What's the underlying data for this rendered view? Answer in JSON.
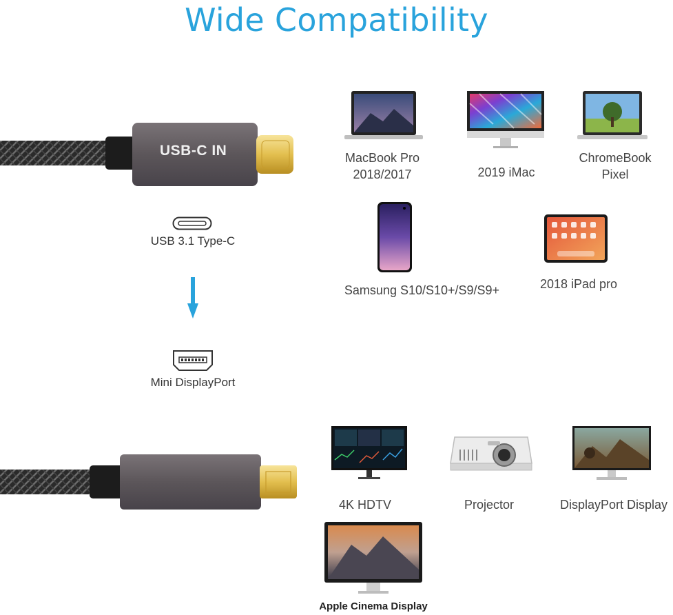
{
  "title": "Wide Compatibility",
  "top_cable": {
    "label": "USB-C IN"
  },
  "ports": {
    "usbc": "USB 3.1 Type-C",
    "minidp": "Mini DisplayPort"
  },
  "devices_top": [
    {
      "line1": "MacBook Pro",
      "line2": "2018/2017"
    },
    {
      "line1": "2019 iMac",
      "line2": ""
    },
    {
      "line1": "ChromeBook",
      "line2": "Pixel"
    },
    {
      "line1": "Samsung S10/S10+/S9/S9+",
      "line2": ""
    },
    {
      "line1": "2018 iPad pro",
      "line2": ""
    }
  ],
  "devices_bottom": [
    {
      "label": "4K HDTV"
    },
    {
      "label": "Projector"
    },
    {
      "label": "DisplayPort Display"
    },
    {
      "label": "Apple Cinema Display"
    }
  ],
  "colors": {
    "accent": "#29a3dc",
    "housing": "#5a5458",
    "gold": "#e8c658"
  }
}
